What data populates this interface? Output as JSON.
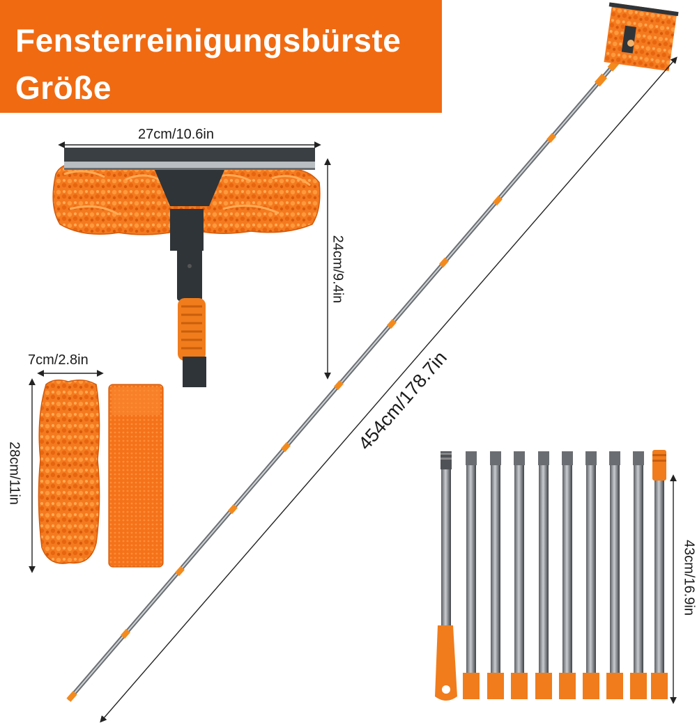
{
  "title": {
    "line1": "Fensterreinigungsbürste",
    "line2": "Größe"
  },
  "dimensions": {
    "head_width": "27cm/10.6in",
    "head_height": "24cm/9.4in",
    "pad_width": "7cm/2.8in",
    "pad_length": "28cm/11in",
    "total_length": "454cm/178.7in",
    "segment_length": "43cm/16.9in"
  },
  "colors": {
    "brand_orange": "#f06a12",
    "pole_gray": "#9a9ea3",
    "dark_handle": "#2f3438"
  }
}
